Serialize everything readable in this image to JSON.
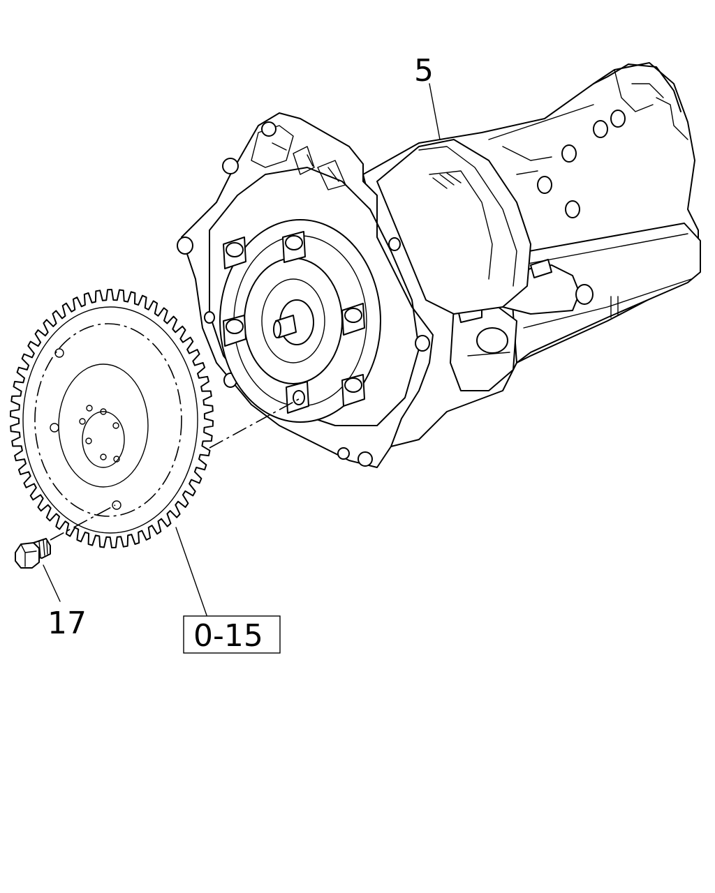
{
  "callouts": {
    "transmission": "5",
    "bolt": "17",
    "flywheel_ref": "0-15"
  }
}
